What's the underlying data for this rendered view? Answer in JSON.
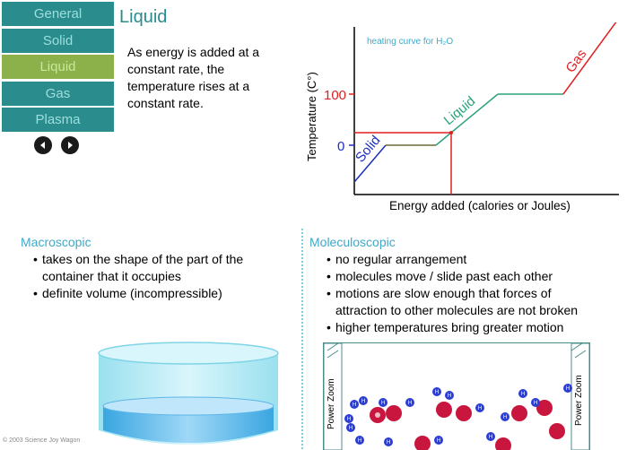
{
  "nav": {
    "items": [
      "General",
      "Solid",
      "Liquid",
      "Gas",
      "Plasma"
    ],
    "active_index": 2
  },
  "page": {
    "title": "Liquid",
    "intro": "As energy is added at a constant rate, the temperature rises at a constant rate."
  },
  "graph": {
    "caption": "heating curve for H₂O",
    "ylabel": "Temperature (C°)",
    "xlabel": "Energy added (calories or Joules)",
    "tick_100": "100",
    "tick_0": "0",
    "label_solid": "Solid",
    "label_liquid": "Liquid",
    "label_gas": "Gas"
  },
  "macroscopic": {
    "title": "Macroscopic",
    "items": [
      "takes on the shape of the part of the container that it occupies",
      "definite volume (incompressible)"
    ]
  },
  "moleculoscopic": {
    "title": "Moleculoscopic",
    "items": [
      "no regular arrangement",
      "molecules move / slide past each other",
      "motions are slow enough that forces of attraction to other molecules are not broken",
      "higher temperatures bring greater motion"
    ]
  },
  "zoom": {
    "left_label": "Power Zoom",
    "right_label": "Power Zoom",
    "atom_h": "H"
  },
  "copyright": "© 2003 Science Joy Wagon",
  "colors": {
    "nav": "#2a8c8c",
    "nav_active": "#8cb04a",
    "accent": "#3fa9c8",
    "solid": "#1a2fbf",
    "liquid": "#2aa37a",
    "gas": "#e02020"
  }
}
